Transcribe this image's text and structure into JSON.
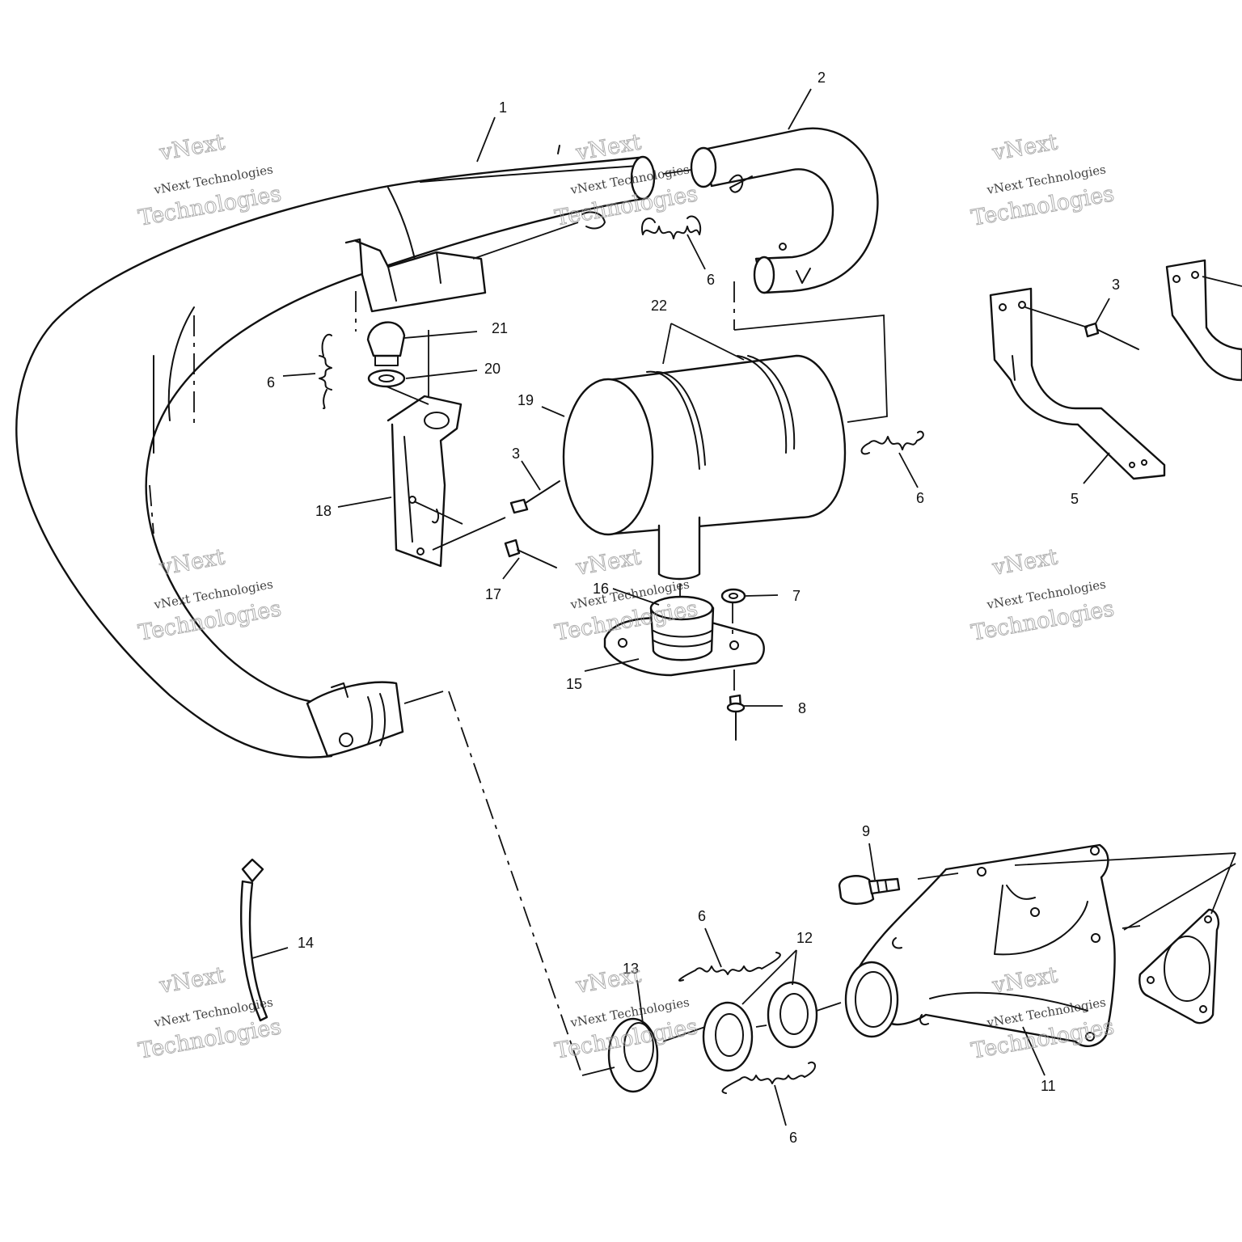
{
  "callouts": {
    "c1": "1",
    "c2": "2",
    "c3a": "3",
    "c3b": "3",
    "c5": "5",
    "c6a": "6",
    "c6b": "6",
    "c6c": "6",
    "c6d": "6",
    "c6e": "6",
    "c7": "7",
    "c8": "8",
    "c9": "9",
    "c11": "11",
    "c12": "12",
    "c13": "13",
    "c14": "14",
    "c15": "15",
    "c16": "16",
    "c17": "17",
    "c18": "18",
    "c19": "19",
    "c20": "20",
    "c21": "21",
    "c22": "22"
  },
  "watermark": {
    "brand_a": "vNext",
    "brand_b": "vNext Technologies",
    "brand_c": "Technologies"
  }
}
